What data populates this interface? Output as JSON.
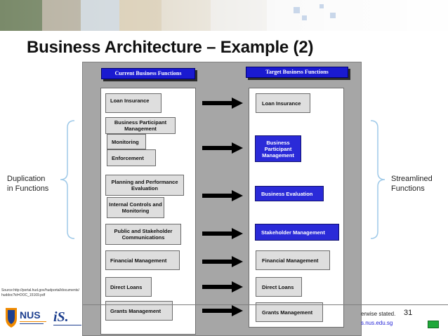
{
  "slide": {
    "title": "Business Architecture – Example (2)",
    "page_number": "31",
    "source_note_line1": "Source:http://portal.hud.gov/hudportal/documents/",
    "source_note_line2": "huddoc?id=DOC_15169.pdf",
    "footer_text": "erwise stated.",
    "footer_url": "s.nus.edu.sg"
  },
  "left_label": {
    "line1": "Duplication",
    "line2": "in Functions"
  },
  "right_label": {
    "line1": "Streamlined",
    "line2": "Functions"
  },
  "current": {
    "header": "Current Business Functions",
    "items": [
      "Loan Insurance",
      "Business Participant Management",
      "Monitoring",
      "Enforcement",
      "Planning and Performance Evaluation",
      "Internal Controls and Monitoring",
      "Public and Stakeholder Communications",
      "Financial Management",
      "Direct Loans",
      "Grants Management"
    ]
  },
  "target": {
    "header": "Target Business Functions",
    "items": [
      "Loan Insurance",
      "Business Participant Management",
      "Business Evaluation",
      "Stakeholder Management",
      "Financial Management",
      "Direct Loans",
      "Grants Management"
    ]
  },
  "colors": {
    "header_blue": "#1a1ad0",
    "highlight_blue": "#2a2ad8",
    "box_gray": "#dedede",
    "diagram_gray": "#a6a6a6",
    "brace_blue": "#9ec9e8",
    "nav_green": "#1fa83a"
  },
  "icons": [
    "right-arrow-icon",
    "nav-next-icon"
  ]
}
